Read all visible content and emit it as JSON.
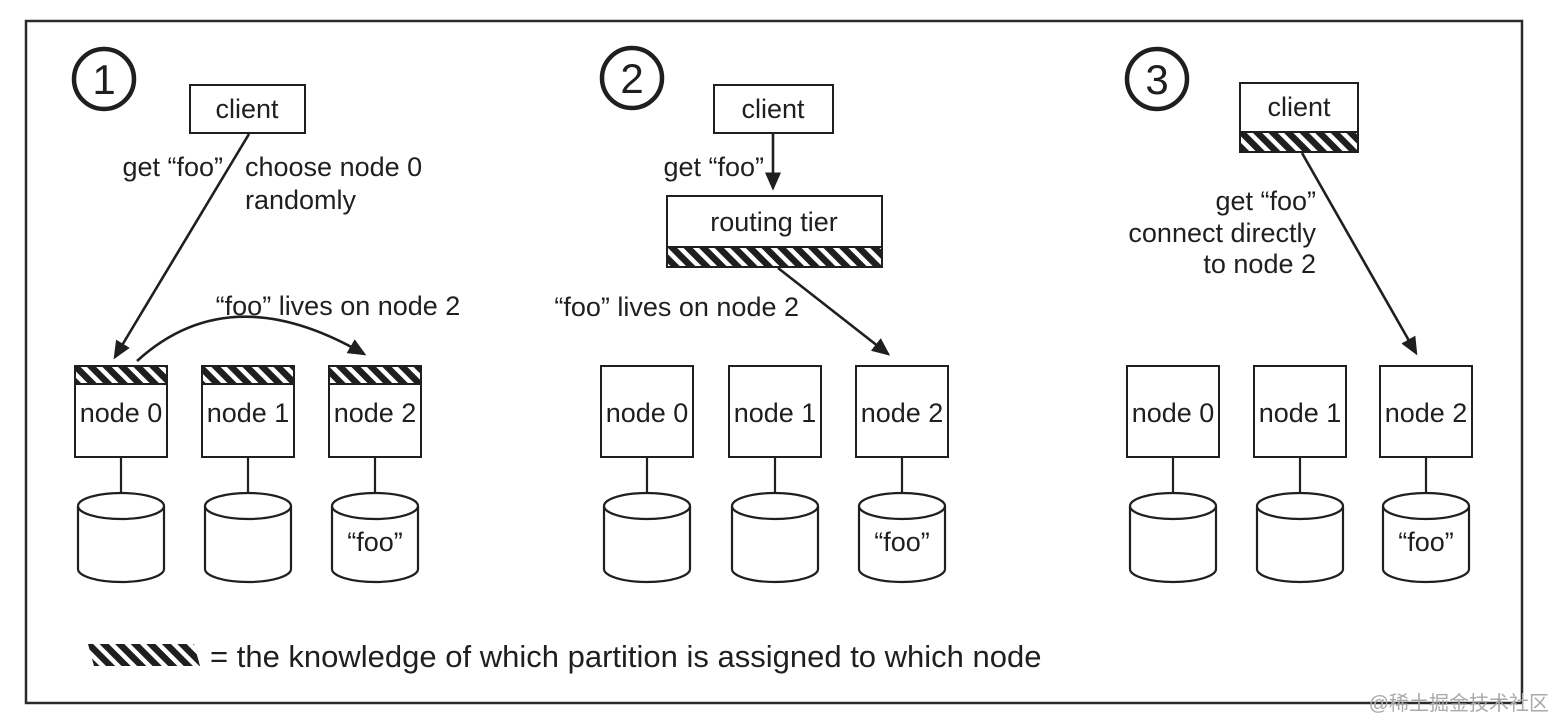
{
  "figure": {
    "legend_text": "= the knowledge of which partition is assigned to which node",
    "legend_swatch": "diagonal-hatch",
    "watermark": "@稀土掘金技术社区"
  },
  "colors": {
    "ink": "#1f1f1f",
    "background": "#ffffff",
    "watermark_gray": "#a9a9a9"
  },
  "panels": {
    "p1": {
      "number": "1",
      "client": "client",
      "request_label": "get “foo”",
      "annotation_line1": "choose node 0",
      "annotation_line2": "randomly",
      "forward_label": "“foo” lives on node 2",
      "node0": "node 0",
      "node1": "node 1",
      "node2": "node 2",
      "data_item": "“foo”"
    },
    "p2": {
      "number": "2",
      "client": "client",
      "request_label": "get “foo”",
      "router": "routing tier",
      "forward_label": "“foo” lives on node 2",
      "node0": "node 0",
      "node1": "node 1",
      "node2": "node 2",
      "data_item": "“foo”"
    },
    "p3": {
      "number": "3",
      "client": "client",
      "request_line1": "get “foo”",
      "request_line2": "connect directly",
      "request_line3": "to node 2",
      "node0": "node 0",
      "node1": "node 1",
      "node2": "node 2",
      "data_item": "“foo”"
    }
  }
}
